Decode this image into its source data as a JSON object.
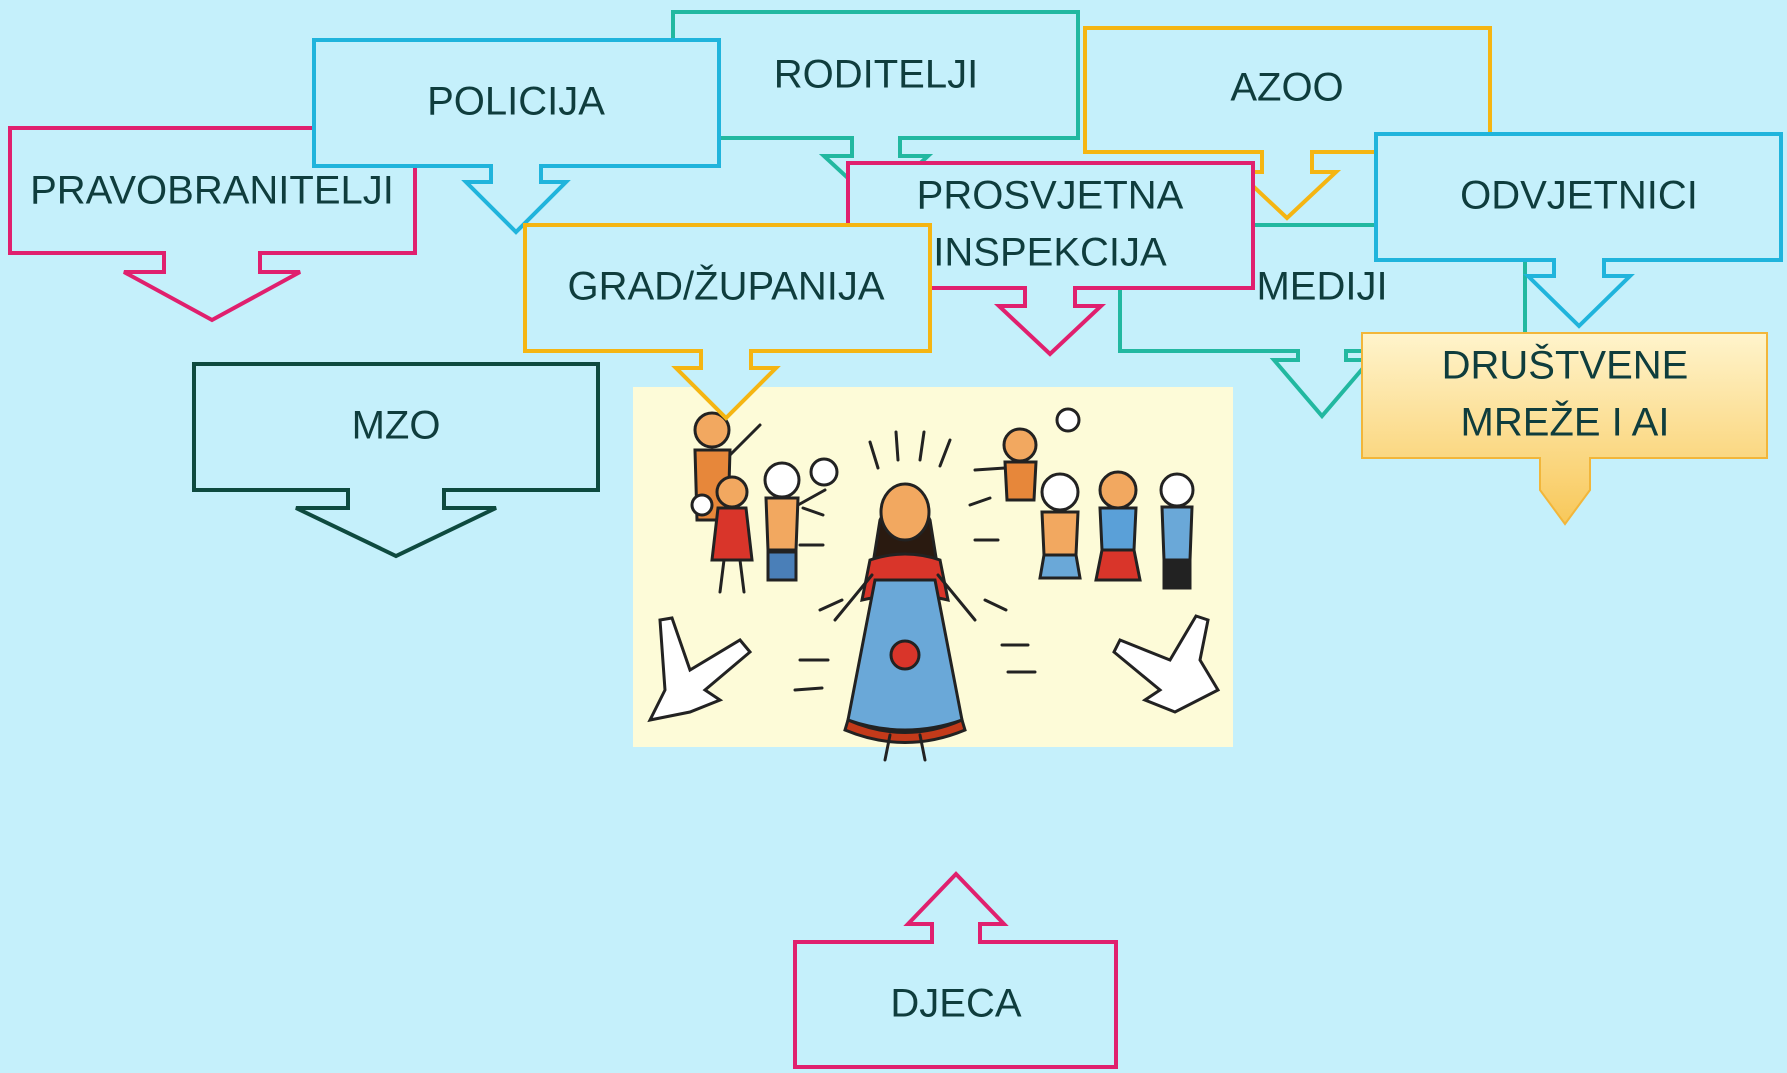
{
  "colors": {
    "background": "#c5f0fb",
    "pink": "#e0206e",
    "cyan": "#20b4dc",
    "teal": "#22b8a0",
    "orange": "#f5b512",
    "dark": "#0e4a3f",
    "fill_callout": "#c5f0fb",
    "fill_gradient_top": "#fff4cc",
    "fill_gradient_bottom": "#f8c85a",
    "picture_bg": "#fdfbd8",
    "text": "#0f3d3d"
  },
  "nodes": {
    "pravobranitelji": "PRAVOBRANITELJI",
    "policija": "POLICIJA",
    "roditelji": "RODITELJI",
    "azoo": "AZOO",
    "prosvjetna_line1": "PROSVJETNA",
    "prosvjetna_line2": "INSPEKCIJA",
    "mediji": "MEDIJI",
    "odvjetnici": "ODVJETNICI",
    "grad": "GRAD/ŽUPANIJA",
    "drustvene_line1": "DRUŠTVENE",
    "drustvene_line2": "MREŽE I AI",
    "mzo": "MZO",
    "djeca": "DJECA"
  },
  "picture": {
    "icon": "bullied-child-illustration-icon"
  }
}
